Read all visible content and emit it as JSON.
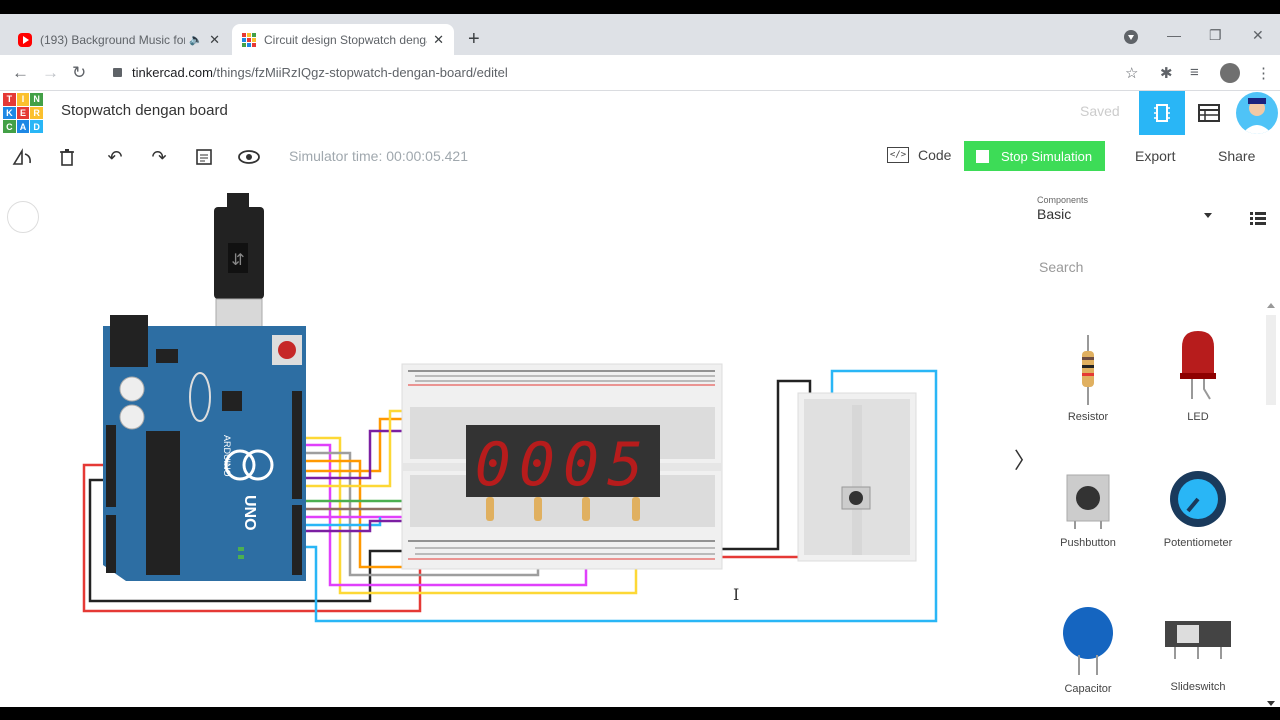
{
  "browser": {
    "tabs": [
      {
        "label": "(193) Background Music for",
        "icon": "youtube-icon"
      },
      {
        "label": "Circuit design Stopwatch dengan",
        "icon": "tinkercad-icon"
      }
    ],
    "url_host": "tinkercad.com",
    "url_path": "/things/fzMiiRzIQgz-stopwatch-dengan-board/editel"
  },
  "app": {
    "logo_letters": [
      "TIN",
      "KER",
      "CAD"
    ],
    "logo_cells": [
      "T",
      "I",
      "N",
      "K",
      "E",
      "R",
      "C",
      "A",
      "D"
    ],
    "project_title": "Stopwatch dengan board",
    "saved_label": "Saved"
  },
  "toolbar": {
    "simulator_time": "Simulator time: 00:00:05.421",
    "code_label": "Code",
    "stop_label": "Stop Simulation",
    "export_label": "Export",
    "share_label": "Share"
  },
  "circuit": {
    "display_digits": "0005",
    "board_name": "UNO",
    "board_brand": "ARDUINO"
  },
  "panel": {
    "components_caption": "Components",
    "components_value": "Basic",
    "search_placeholder": "Search",
    "items": [
      {
        "label": "Resistor"
      },
      {
        "label": "LED"
      },
      {
        "label": "Pushbutton"
      },
      {
        "label": "Potentiometer"
      },
      {
        "label": "Capacitor"
      },
      {
        "label": "Slideswitch"
      }
    ]
  },
  "colors": {
    "accent_blue": "#29b6f6",
    "stop_green": "#3ddc57",
    "arduino_blue": "#2d6ea3"
  }
}
